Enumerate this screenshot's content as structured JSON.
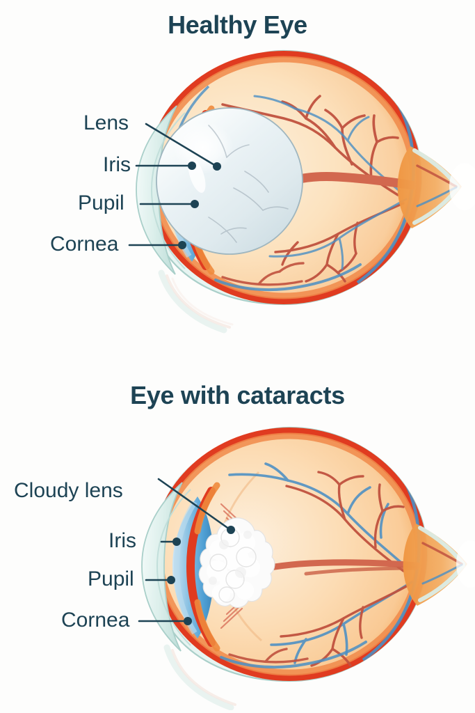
{
  "page": {
    "background_color": "#fdfdfc",
    "text_color": "#1d4354"
  },
  "palette": {
    "title_navy": "#1d4354",
    "leader_line": "#1d4354",
    "sclera_outer_mint": "#d7ece8",
    "sclera_outer_mint_edge": "#a9cfc9",
    "sclera_red": "#e03b20",
    "choroid_orange": "#f5a14e",
    "vitreous_peach": "#fbdcb6",
    "vitreous_cream": "#fdeace",
    "iris_blue": "#5aa7d8",
    "iris_blue_light": "#bcdcee",
    "cornea_pale": "#e6f3f1",
    "lens_clear": "#e9f2f5",
    "lens_highlight": "#ffffff",
    "cataract_white": "#fbfbfb",
    "vein_blue": "#4a8fc4",
    "artery_red": "#c0523f",
    "optic_nerve_orange": "#f0a152"
  },
  "panels": [
    {
      "id": "healthy",
      "title": "Healthy Eye",
      "lens_type": "clear",
      "labels": [
        {
          "text": "Lens",
          "name": "lens"
        },
        {
          "text": "Iris",
          "name": "iris"
        },
        {
          "text": "Pupil",
          "name": "pupil"
        },
        {
          "text": "Cornea",
          "name": "cornea"
        }
      ]
    },
    {
      "id": "cataract",
      "title": "Eye with cataracts",
      "lens_type": "cloudy",
      "labels": [
        {
          "text": "Cloudy lens",
          "name": "cloudy-lens"
        },
        {
          "text": "Iris",
          "name": "iris"
        },
        {
          "text": "Pupil",
          "name": "pupil"
        },
        {
          "text": "Cornea",
          "name": "cornea"
        }
      ]
    }
  ]
}
